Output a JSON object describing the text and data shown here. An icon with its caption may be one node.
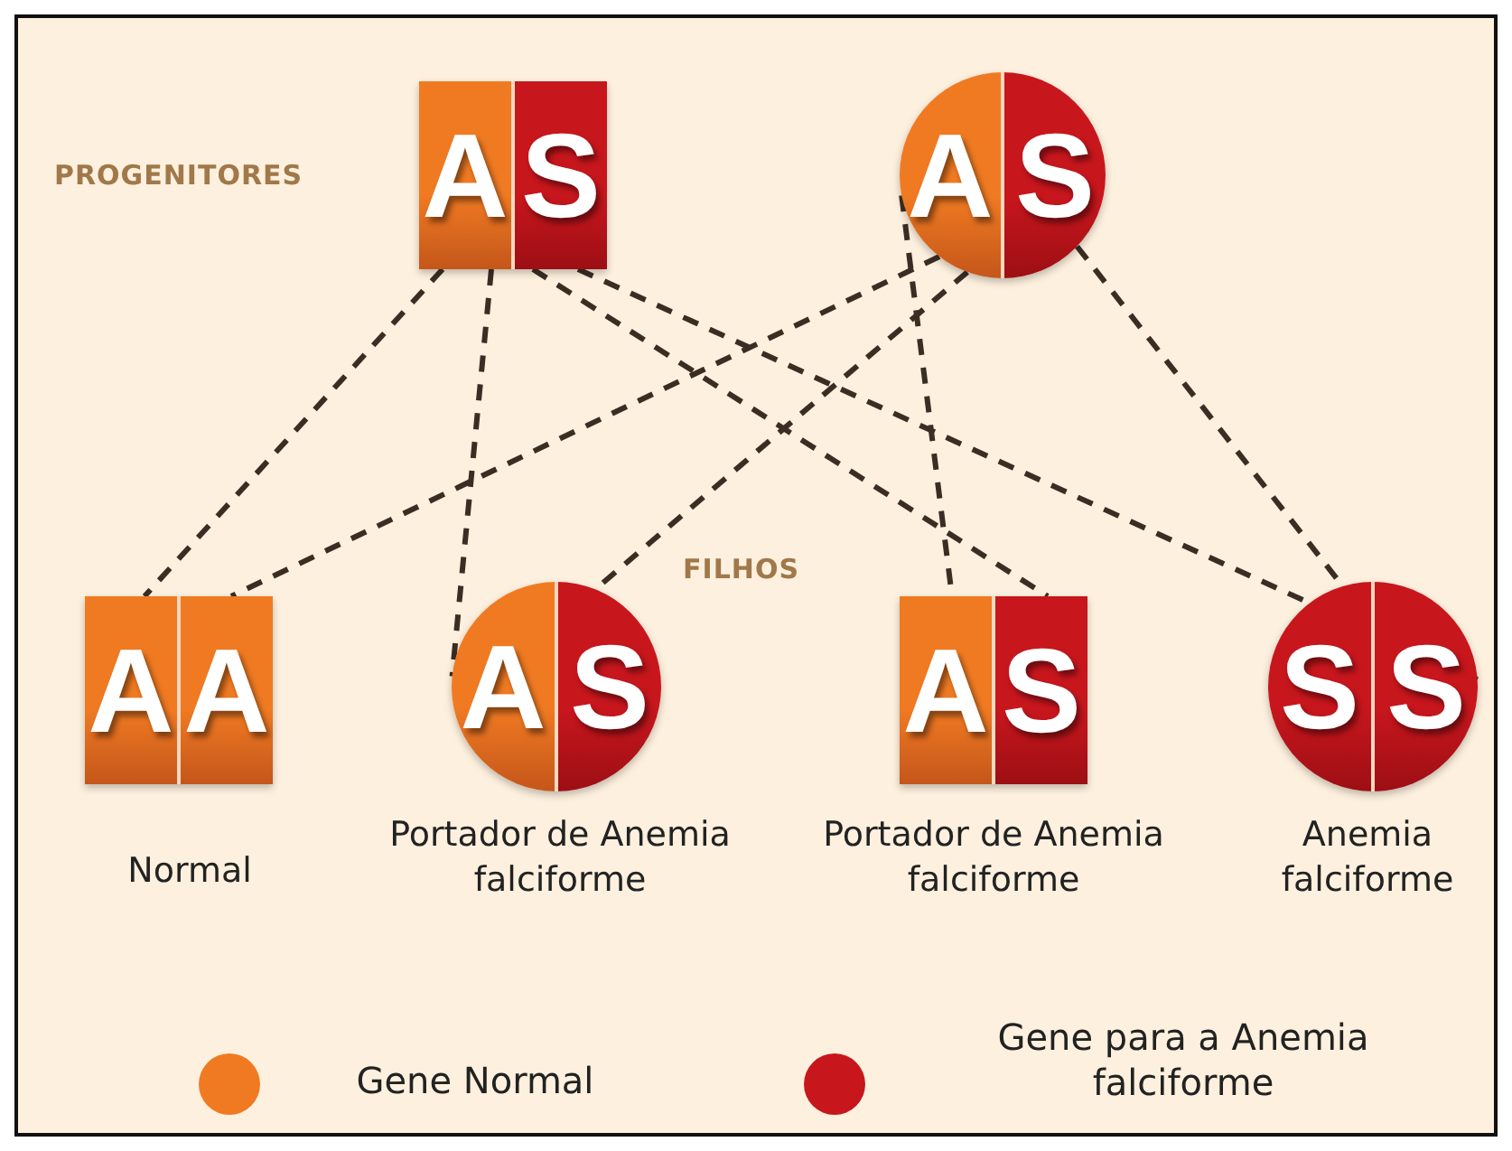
{
  "diagram": {
    "nodes": [
      {
        "text": [
          "A",
          "S"
        ]
      },
      {
        "text": [
          "A",
          "S"
        ]
      },
      {
        "text": [
          "A",
          "A"
        ],
        "beside": [
          "Normal"
        ]
      },
      {
        "text": [
          "A",
          "S"
        ],
        "beside": [
          "Portador de Anemia falciforme"
        ]
      },
      {
        "text": [
          "A",
          "S"
        ],
        "beside": [
          "Portador de Anemia falciforme"
        ]
      },
      {
        "text": [
          "S",
          "S"
        ],
        "beside": [
          "Anemia falciforme"
        ]
      }
    ],
    "edges": [
      {
        "from": 0,
        "to": 2,
        "arrow": "none",
        "style": "dashed"
      },
      {
        "from": 0,
        "to": 3,
        "arrow": "none",
        "style": "dashed"
      },
      {
        "from": 0,
        "to": 4,
        "arrow": "none",
        "style": "dashed"
      },
      {
        "from": 0,
        "to": 5,
        "arrow": "none",
        "style": "dashed"
      },
      {
        "from": 1,
        "to": 2,
        "arrow": "none",
        "style": "dashed"
      },
      {
        "from": 1,
        "to": 3,
        "arrow": "none",
        "style": "dashed"
      },
      {
        "from": 1,
        "to": 4,
        "arrow": "none",
        "style": "dashed"
      },
      {
        "from": 1,
        "to": 5,
        "arrow": "none",
        "style": "dashed"
      }
    ],
    "labels": [
      "PROGENITORES",
      "FILHOS"
    ],
    "legend": [
      {
        "text": "Gene Normal",
        "color": "#f07a22"
      },
      {
        "text": "Gene para a Anemia falciforme",
        "color": "#c8161d"
      }
    ]
  }
}
